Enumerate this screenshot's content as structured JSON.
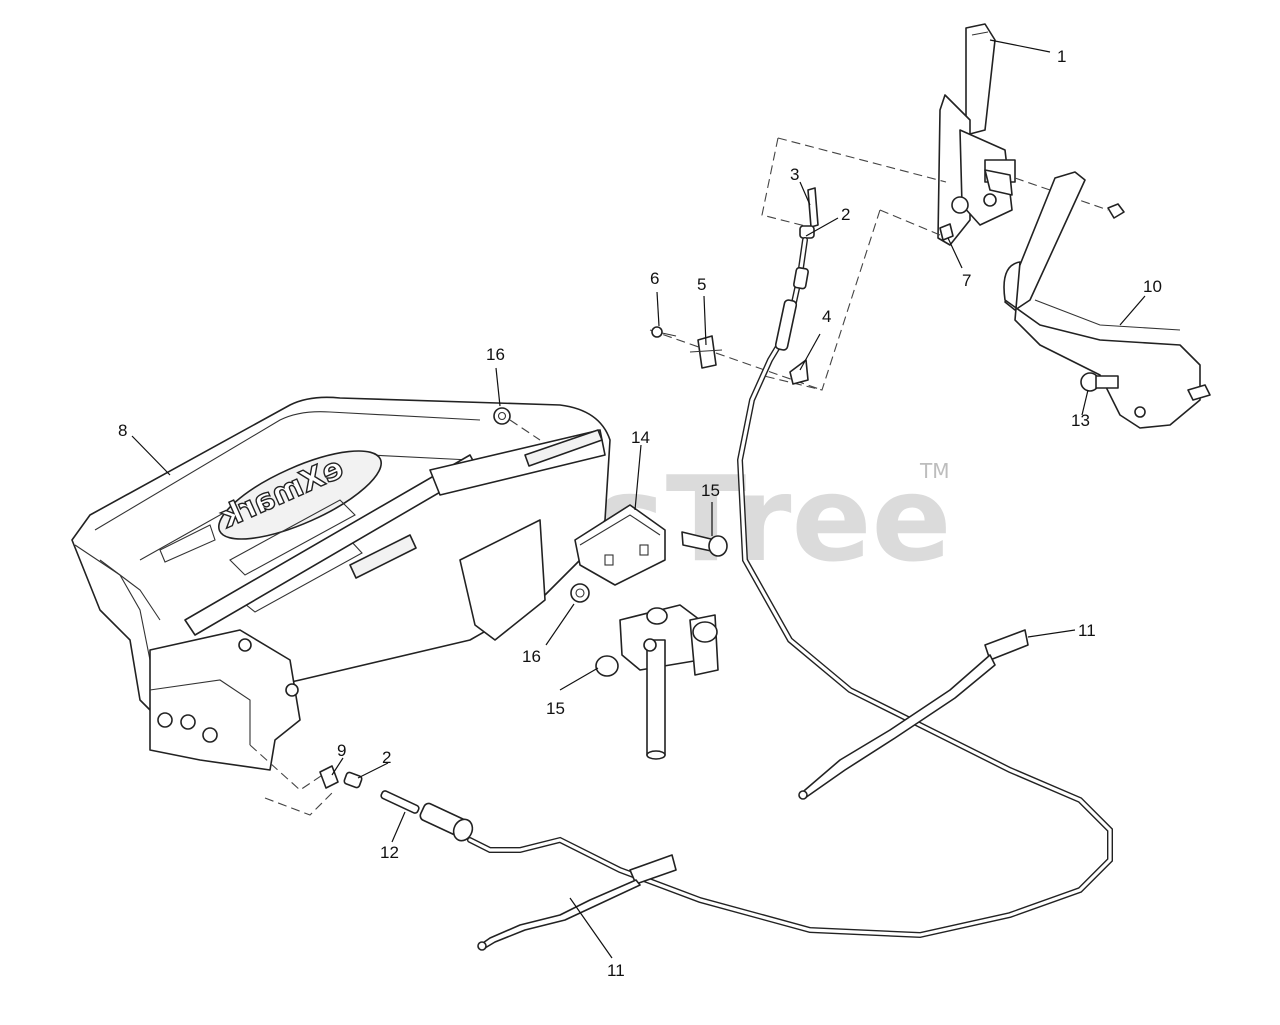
{
  "watermark": {
    "text": "PartsTree",
    "trademark": "TM"
  },
  "seat_logo": "eXmark",
  "callouts": [
    {
      "id": "c1",
      "label": "1"
    },
    {
      "id": "c2a",
      "label": "2"
    },
    {
      "id": "c3",
      "label": "3"
    },
    {
      "id": "c4",
      "label": "4"
    },
    {
      "id": "c5",
      "label": "5"
    },
    {
      "id": "c6",
      "label": "6"
    },
    {
      "id": "c7",
      "label": "7"
    },
    {
      "id": "c8",
      "label": "8"
    },
    {
      "id": "c9",
      "label": "9"
    },
    {
      "id": "c2b",
      "label": "2"
    },
    {
      "id": "c10",
      "label": "10"
    },
    {
      "id": "c11a",
      "label": "11"
    },
    {
      "id": "c11b",
      "label": "11"
    },
    {
      "id": "c12",
      "label": "12"
    },
    {
      "id": "c13",
      "label": "13"
    },
    {
      "id": "c14",
      "label": "14"
    },
    {
      "id": "c15a",
      "label": "15"
    },
    {
      "id": "c15b",
      "label": "15"
    },
    {
      "id": "c16a",
      "label": "16"
    },
    {
      "id": "c16b",
      "label": "16"
    }
  ]
}
